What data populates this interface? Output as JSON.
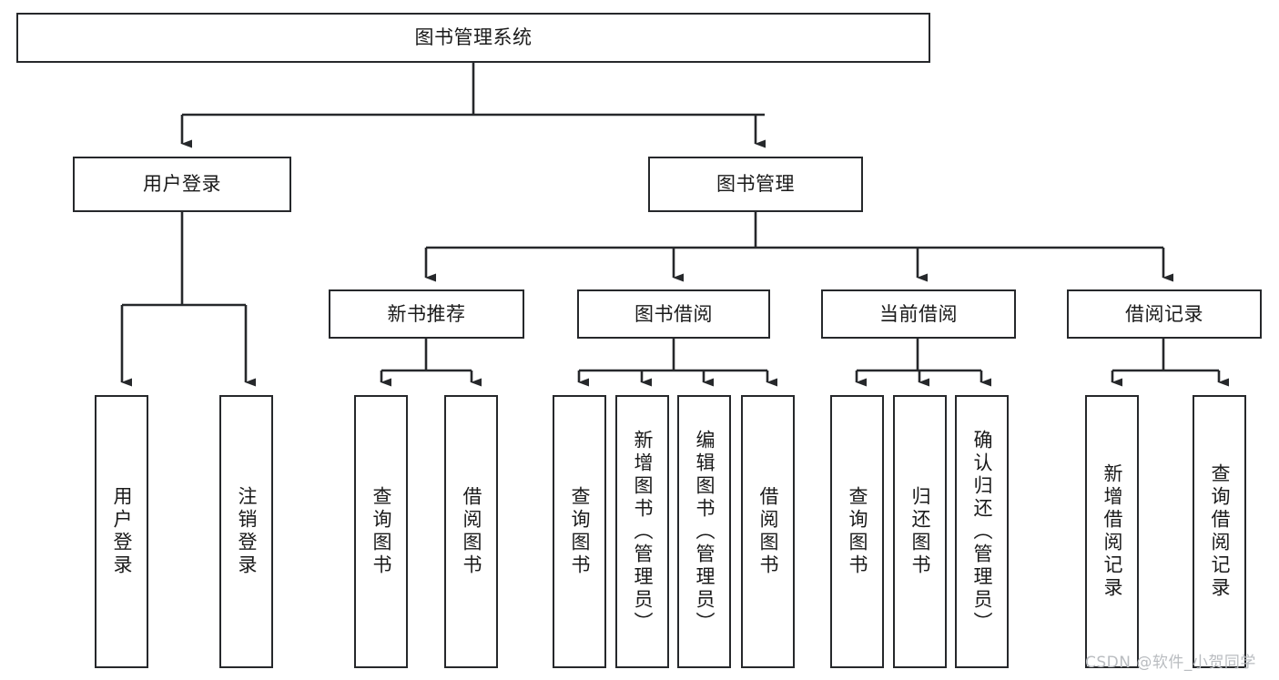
{
  "diagram": {
    "title": "图书管理系统",
    "type": "tree-hierarchy-diagram",
    "colors": {
      "background": "#ffffff",
      "box_border": "#26282b",
      "box_fill": "#ffffff",
      "text": "#1a1a1a",
      "edge": "#26282b",
      "watermark": "#b9bcc0"
    },
    "root": {
      "label": "图书管理系统"
    },
    "level2": [
      {
        "label": "用户登录"
      },
      {
        "label": "图书管理"
      }
    ],
    "level3": [
      {
        "label": "新书推荐"
      },
      {
        "label": "图书借阅"
      },
      {
        "label": "当前借阅"
      },
      {
        "label": "借阅记录"
      }
    ],
    "leaves": {
      "user_login": [
        {
          "label": "用户登录"
        },
        {
          "label": "注销登录"
        }
      ],
      "new_book_recommend": [
        {
          "label": "查询图书"
        },
        {
          "label": "借阅图书"
        }
      ],
      "book_borrow": [
        {
          "label": "查询图书"
        },
        {
          "label": "新增图书（管理员）"
        },
        {
          "label": "编辑图书（管理员）"
        },
        {
          "label": "借阅图书"
        }
      ],
      "current_borrow": [
        {
          "label": "查询图书"
        },
        {
          "label": "归还图书"
        },
        {
          "label": "确认归还（管理员）"
        }
      ],
      "borrow_record": [
        {
          "label": "新增借阅记录"
        },
        {
          "label": "查询借阅记录"
        }
      ]
    }
  },
  "watermark": {
    "text": "CSDN @软件_小贺同学"
  }
}
